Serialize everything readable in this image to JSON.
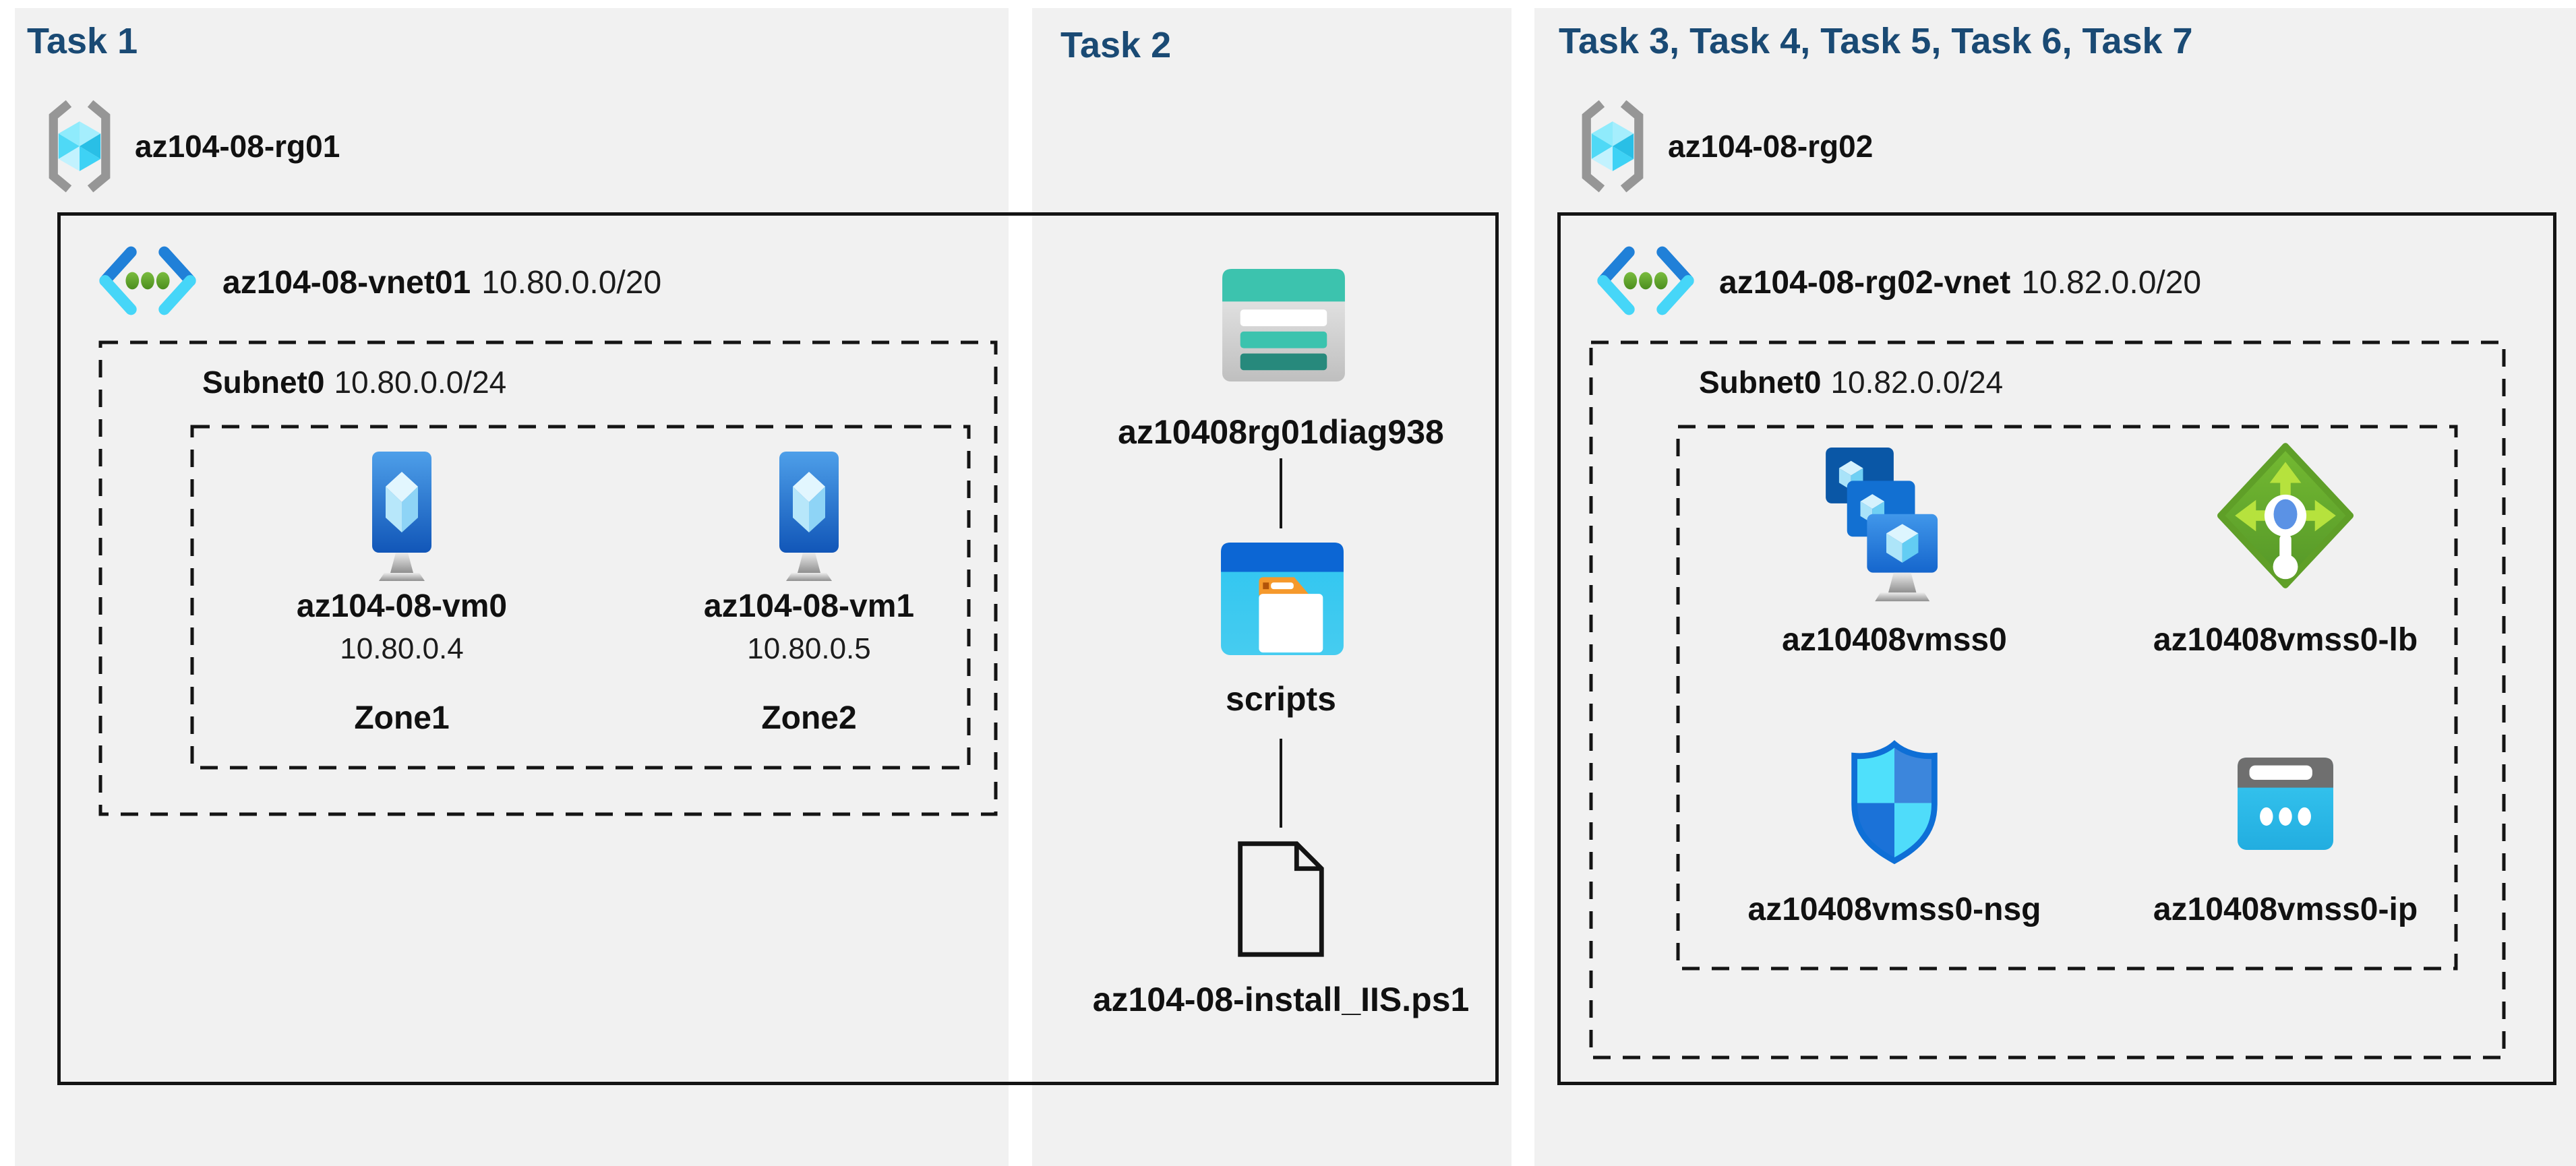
{
  "colors": {
    "background": "#ffffff",
    "panel": "#f1f1f1",
    "header_text": "#1a4a74",
    "text": "#111111",
    "border": "#141414",
    "azure_blue": "#2080d8",
    "azure_cyan": "#46d6f8",
    "loadbalancer_green": "#6fb52f",
    "storage_teal": "#3cc3ae"
  },
  "icons": {
    "resource_group": "resource-group-icon",
    "virtual_network": "virtual-network-icon",
    "virtual_machine": "virtual-machine-icon",
    "storage_account": "storage-account-icon",
    "blob_container": "blob-container-icon",
    "script_file": "script-file-icon",
    "vm_scale_set": "vm-scale-set-icon",
    "load_balancer": "load-balancer-icon",
    "network_security_group": "network-security-group-icon",
    "public_ip": "public-ip-icon"
  },
  "panels": {
    "task1": {
      "header": "Task 1",
      "resource_group": "az104-08-rg01",
      "vnet_name": "az104-08-vnet01",
      "vnet_cidr": "10.80.0.0/20",
      "subnet_name": "Subnet0",
      "subnet_cidr": "10.80.0.0/24",
      "vms": [
        {
          "name": "az104-08-vm0",
          "ip": "10.80.0.4",
          "zone": "Zone1"
        },
        {
          "name": "az104-08-vm1",
          "ip": "10.80.0.5",
          "zone": "Zone2"
        }
      ]
    },
    "task2": {
      "header": "Task 2",
      "storage_account": "az10408rg01diag938",
      "container": "scripts",
      "script_file": "az104-08-install_IIS.ps1"
    },
    "task35": {
      "header": "Task 3, Task 4, Task 5, Task 6, Task 7",
      "resource_group": "az104-08-rg02",
      "vnet_name": "az104-08-rg02-vnet",
      "vnet_cidr": "10.82.0.0/20",
      "subnet_name": "Subnet0",
      "subnet_cidr": "10.82.0.0/24",
      "resources": [
        {
          "name": "az10408vmss0",
          "type": "vm-scale-set"
        },
        {
          "name": "az10408vmss0-lb",
          "type": "load-balancer"
        },
        {
          "name": "az10408vmss0-nsg",
          "type": "network-security-group"
        },
        {
          "name": "az10408vmss0-ip",
          "type": "public-ip-address"
        }
      ]
    }
  }
}
